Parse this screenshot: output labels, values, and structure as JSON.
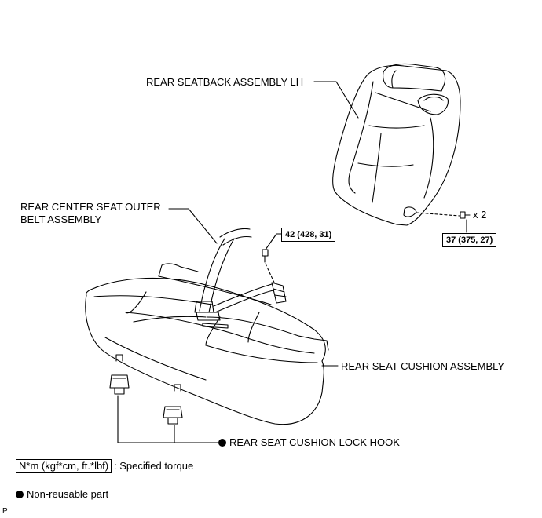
{
  "labels": {
    "seatback": "REAR SEATBACK ASSEMBLY LH",
    "belt_line1": "REAR CENTER SEAT OUTER",
    "belt_line2": "BELT ASSEMBLY",
    "cushion": "REAR SEAT CUSHION ASSEMBLY",
    "lock_hook": "REAR SEAT CUSHION LOCK HOOK"
  },
  "torques": {
    "belt_bolt": "42 (428, 31)",
    "seatback_bolt": "37 (375, 27)",
    "seatback_qty": "x 2"
  },
  "legend": {
    "torque_unit": "N*m (kgf*cm, ft.*lbf)",
    "torque_desc": ": Specified torque",
    "nonreusable": "Non-reusable part"
  },
  "corner_code": "P"
}
